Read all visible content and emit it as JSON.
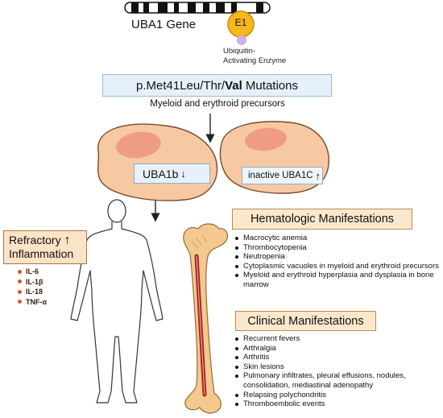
{
  "gene": {
    "label": "UBA1 Gene",
    "e1_label": "E1"
  },
  "enzyme": {
    "line1": "Ubiquitin-",
    "line2": "Activating Enzyme"
  },
  "mutation": {
    "prefix": "p.Met41Leu/Thr/",
    "bold": "Val",
    "suffix": " Mutations"
  },
  "precursors": "Myeloid and erythroid precursors",
  "cells": {
    "left": {
      "label": "UBA1b",
      "arrow": "↓"
    },
    "right": {
      "label": "inactive UBA1C",
      "arrow": "↑"
    }
  },
  "inflammation": {
    "line1": "Refractory",
    "line2": "Inflammation",
    "arrow": "↑",
    "cytokines": [
      "IL-6",
      "IL-1β",
      "IL-18",
      "TNF-α"
    ]
  },
  "hematologic": {
    "title": "Hematologic Manifestations",
    "items": [
      "Macrocytic anemia",
      "Thrombocytopenia",
      "Neutropenia",
      "Cytoplasmic vacuoles in myeloid and erythroid precursors",
      "Myeloid and erythroid hyperplasia and dysplasia in bone marrow"
    ]
  },
  "clinical": {
    "title": "Clinical Manifestations",
    "items": [
      "Recurrent fevers",
      "Arthralgia",
      "Arthritis",
      "Skin lesions",
      "Pulmonary infiltrates, pleural effusions, nodules, consolidation, mediastinal adenopathy",
      "Relapsing polychondritis",
      "Thromboembolic events"
    ]
  },
  "colors": {
    "cell_fill": "#f7c9a3",
    "nucleus_fill": "#ee9d83",
    "e1_fill": "#f5b81f",
    "ubiquitin_fill": "#c9b3e6",
    "box_blue": "#e6f0fa",
    "box_peach": "#fbe8cc",
    "bone_fill": "#f3c98f",
    "marrow": "#a8231d"
  }
}
